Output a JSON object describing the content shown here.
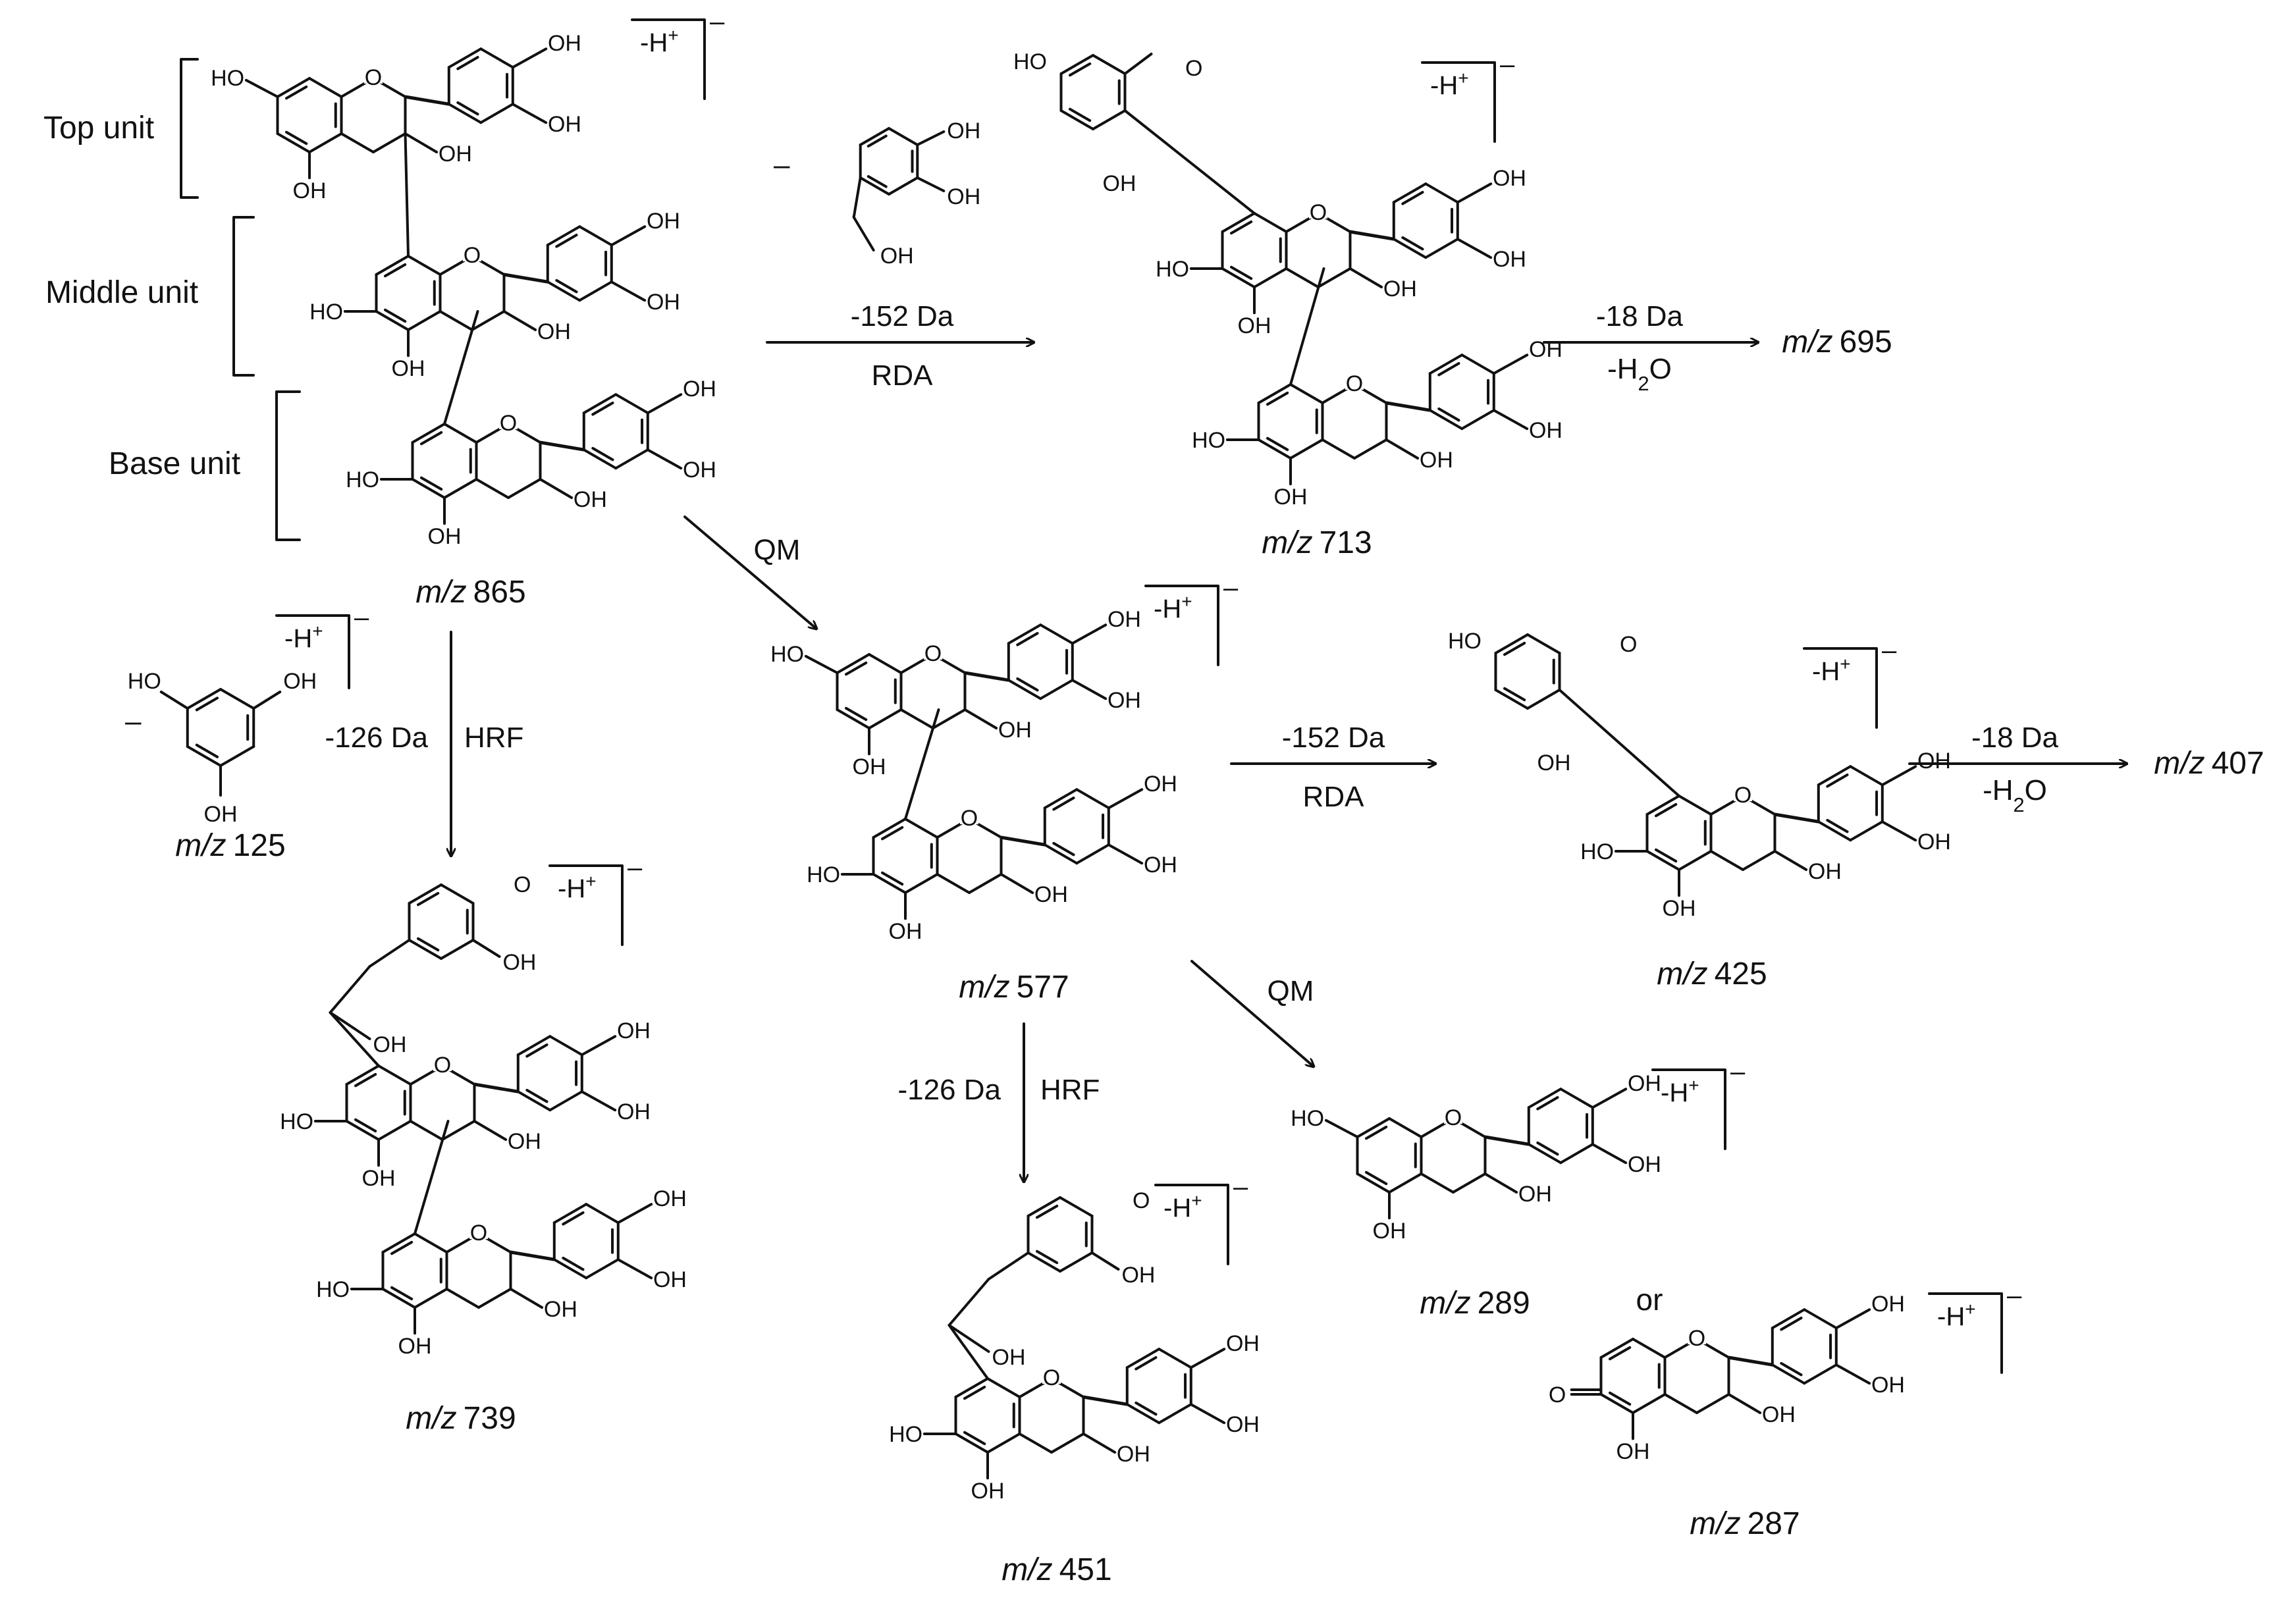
{
  "units": {
    "top": "Top unit",
    "middle": "Middle unit",
    "base": "Base unit"
  },
  "charge": {
    "deprotonated": "-H",
    "plus": "+",
    "minus": "–"
  },
  "groups": {
    "hydroxyl": "OH",
    "hydroxyl_left": "HO",
    "oxygen": "O"
  },
  "arrows": {
    "rda1": {
      "top": "-152 Da",
      "bottom": "RDA"
    },
    "water1": {
      "top": "-18 Da",
      "bottom": "-H",
      "sub": "2",
      "tail": "O"
    },
    "qm1": "QM",
    "hrf1": {
      "left": "-126 Da",
      "right": "HRF"
    },
    "rda2": {
      "top": "-152 Da",
      "bottom": "RDA"
    },
    "water2": {
      "top": "-18 Da",
      "bottom": "-H",
      "sub": "2",
      "tail": "O"
    },
    "qm2": "QM",
    "hrf2": {
      "left": "-126 Da",
      "right": "HRF"
    }
  },
  "connector": "or",
  "ions": {
    "m865": {
      "prefix": "m/z",
      "value": "865"
    },
    "m713": {
      "prefix": "m/z",
      "value": "713"
    },
    "m695": {
      "prefix": "m/z",
      "value": "695"
    },
    "m125": {
      "prefix": "m/z",
      "value": "125"
    },
    "m739": {
      "prefix": "m/z",
      "value": "739"
    },
    "m577": {
      "prefix": "m/z",
      "value": "577"
    },
    "m425": {
      "prefix": "m/z",
      "value": "425"
    },
    "m407": {
      "prefix": "m/z",
      "value": "407"
    },
    "m451": {
      "prefix": "m/z",
      "value": "451"
    },
    "m289": {
      "prefix": "m/z",
      "value": "289"
    },
    "m287": {
      "prefix": "m/z",
      "value": "287"
    }
  }
}
